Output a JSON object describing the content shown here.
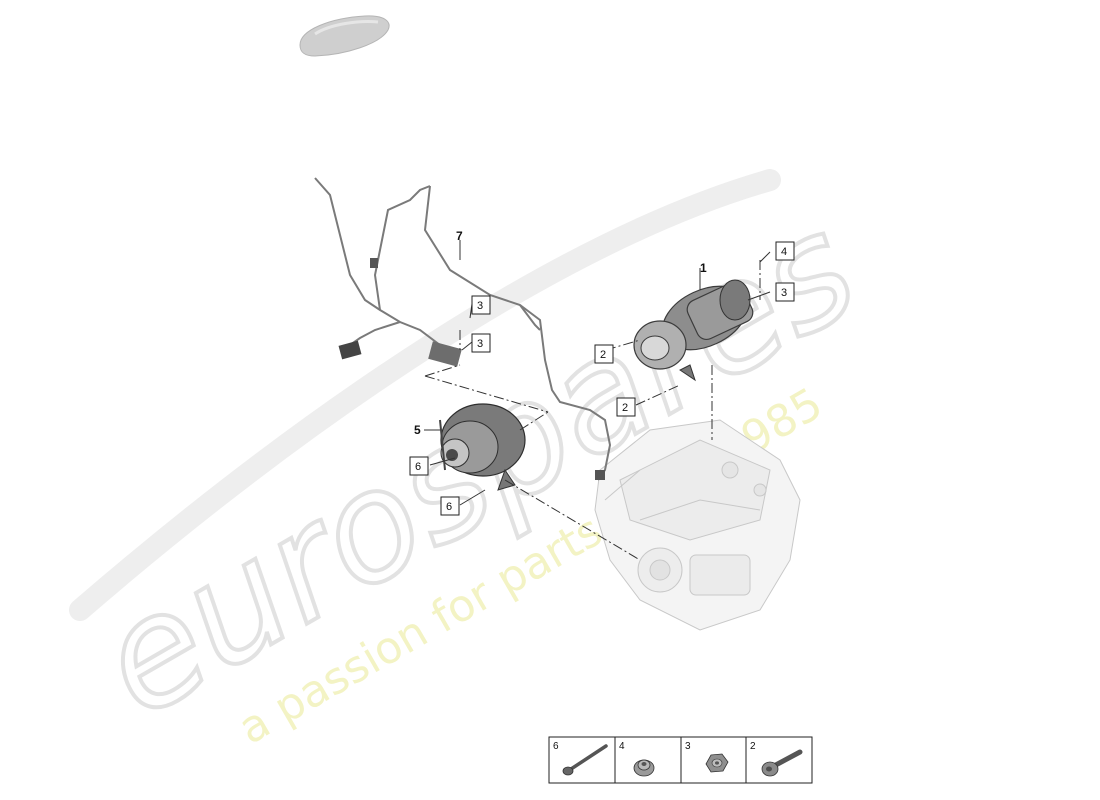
{
  "watermark": {
    "brand": "eurospares",
    "tagline": "a passion for parts since 1985",
    "brand_color": "#e6e6e6",
    "tagline_color": "#f2f2b0"
  },
  "callouts": {
    "main_1": "1",
    "main_5": "5",
    "main_7": "7",
    "box_4": "4",
    "box_3_starter": "3",
    "box_2_starter_top": "2",
    "box_2_starter_bottom": "2",
    "box_3_harness_top": "3",
    "box_3_harness_bottom": "3",
    "box_6_alt_top": "6",
    "box_6_alt_bottom": "6"
  },
  "legend": [
    {
      "number": "6",
      "part": "long-bolt-icon"
    },
    {
      "number": "4",
      "part": "flange-nut-icon"
    },
    {
      "number": "3",
      "part": "hex-nut-icon"
    },
    {
      "number": "2",
      "part": "short-bolt-icon"
    }
  ]
}
